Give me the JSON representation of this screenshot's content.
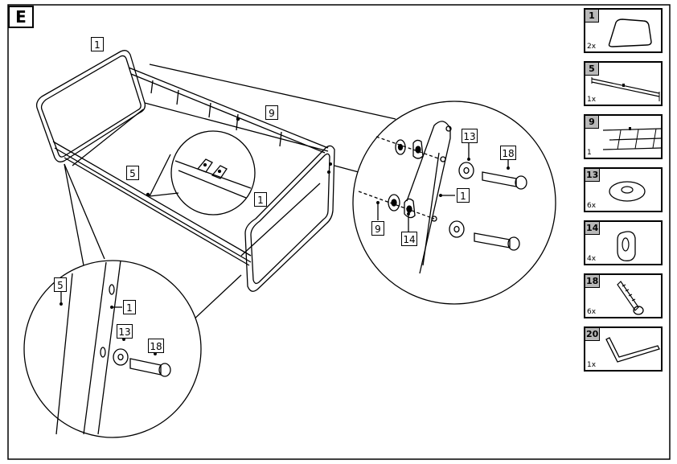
{
  "step": "E",
  "callouts": {
    "main_frame_top": "1",
    "main_bar": "9",
    "main_rail": "5",
    "main_frame_right": "1",
    "right_zoom_13": "13",
    "right_zoom_18": "18",
    "right_zoom_1": "1",
    "right_zoom_9": "9",
    "right_zoom_14": "14",
    "left_zoom_5": "5",
    "left_zoom_1": "1",
    "left_zoom_13": "13",
    "left_zoom_18": "18"
  },
  "parts": [
    {
      "num": "1",
      "qty": "2x",
      "icon": "end-frame-icon"
    },
    {
      "num": "5",
      "qty": "1x",
      "icon": "side-rail-icon"
    },
    {
      "num": "9",
      "qty": "1",
      "icon": "cross-bar-icon"
    },
    {
      "num": "13",
      "qty": "6x",
      "icon": "washer-icon"
    },
    {
      "num": "14",
      "qty": "4x",
      "icon": "spacer-icon"
    },
    {
      "num": "18",
      "qty": "6x",
      "icon": "bolt-icon"
    },
    {
      "num": "20",
      "qty": "1x",
      "icon": "hex-key-icon"
    }
  ]
}
